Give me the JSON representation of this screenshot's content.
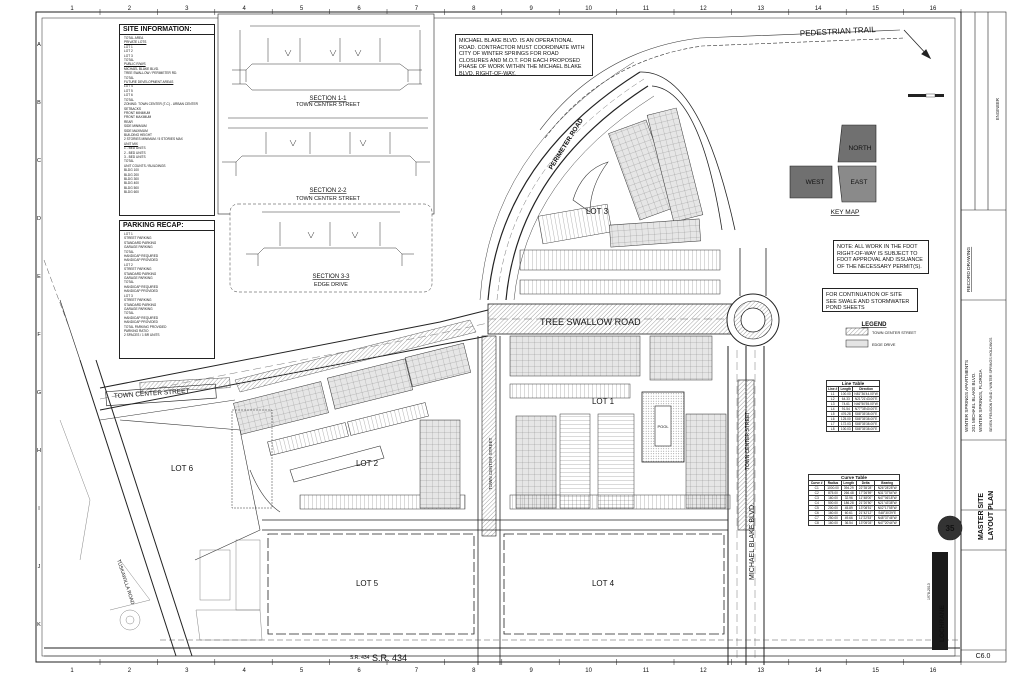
{
  "sheet": {
    "title_line1": "MASTER SITE",
    "title_line2": "LAYOUT PLAN",
    "sheet_number": "C6.0",
    "project_name": "WINTER SPRINGS APARTMENTS",
    "project_address": "201 MICHAEL BLAKE BLVD.",
    "project_city": "WINTER SPRINGS, FLORIDA",
    "client": "SEVEN PENSION FUND / WINTER SPRINGS HOLDINGS",
    "record_drawing": "RECORD DRAWING",
    "engineer_label": "ENGINEER",
    "firm_name": "LOCHRANE",
    "firm_year": "1978-2013",
    "firm_badge": "35"
  },
  "grid": {
    "columns": [
      "1",
      "2",
      "3",
      "4",
      "5",
      "6",
      "7",
      "8",
      "9",
      "10",
      "11",
      "12",
      "13",
      "14",
      "15",
      "16"
    ],
    "rows": [
      "A",
      "B",
      "C",
      "D",
      "E",
      "F",
      "G",
      "H",
      "I",
      "J",
      "K"
    ]
  },
  "site_info": {
    "title": "SITE INFORMATION:",
    "lines": [
      "TOTAL AREA",
      "PRIVATE LOTS",
      "LOT 1",
      "LOT 2",
      "LOT 3",
      "TOTAL",
      "PUBLIC R/W/S",
      "MICHAEL BLAKE BLVD.",
      "TREE SWALLOW / PERIMETER RD.",
      "TOTAL",
      "FUTURE DEVELOPMENT AREAS",
      "LOT 4",
      "LOT 5",
      "LOT 6",
      "TOTAL",
      "ZONING: TOWN CENTER (T-C) - URBAN CENTER",
      "SETBACKS",
      "FRONT MINIMUM",
      "FRONT MAXIMUM",
      "REAR",
      "SIDE MINIMUM",
      "SIDE MAXIMUM",
      "BUILDING HEIGHT",
      "2 STORIES MINIMUM / 5 STORIES MAX",
      "UNIT MIX",
      "1 - BED UNITS",
      "2 - BED UNITS",
      "3 - BED UNITS",
      "TOTAL",
      "UNIT COUNTS / BUILDINGS",
      "BLDG 100",
      "BLDG 200",
      "BLDG 300",
      "BLDG 400",
      "BLDG 500",
      "BLDG 600"
    ]
  },
  "parking": {
    "title": "PARKING RECAP:",
    "lines": [
      "LOT 1",
      "STREET PARKING",
      "STANDARD PARKING",
      "GARAGE PARKING",
      "TOTAL",
      "HANDICAP REQUIRED",
      "HANDICAP PROVIDED",
      "LOT 2",
      "STREET PARKING",
      "STANDARD PARKING",
      "GARAGE PARKING",
      "TOTAL",
      "HANDICAP REQUIRED",
      "HANDICAP PROVIDED",
      "LOT 3",
      "STREET PARKING",
      "STANDARD PARKING",
      "GARAGE PARKING",
      "TOTAL",
      "HANDICAP REQUIRED",
      "HANDICAP PROVIDED",
      "TOTAL PARKING PROVIDED",
      "PARKING RATIO",
      "2 SPACES / 1 BR UNITS"
    ]
  },
  "sections": [
    {
      "title": "SECTION 1-1",
      "subtitle": "TOWN CENTER STREET"
    },
    {
      "title": "SECTION 2-2",
      "subtitle": "TOWN CENTER STREET"
    },
    {
      "title": "SECTION 3-3",
      "subtitle": "EDGE DRIVE"
    }
  ],
  "notes": {
    "mot_note": "MICHAEL BLAKE BLVD. IS AN OPERATIONAL ROAD. CONTRACTOR MUST COORDINATE WITH CITY OF WINTER SPRINGS FOR ROAD CLOSURES AND M.O.T. FOR EACH PROPOSED PHASE OF WORK WITHIN THE MICHAEL BLAKE BLVD. RIGHT-OF-WAY.",
    "fdot_note": "NOTE: ALL WORK IN THE FDOT RIGHT-OF-WAY IS SUBJECT TO FDOT APPROVAL AND ISSUANCE OF THE NECESSARY PERMIT(S).",
    "continuation_note": "FOR CONTINUATION OF SITE SEE SWALE AND STORMWATER POND SHEETS"
  },
  "legend": {
    "title": "LEGEND",
    "items": [
      "TOWN CENTER STREET",
      "EDGE DRIVE"
    ]
  },
  "key_map": {
    "title": "KEY MAP",
    "zones": [
      "NORTH",
      "WEST",
      "EAST"
    ]
  },
  "labels": {
    "pedestrian_trail": "PEDESTRIAN TRAIL",
    "tree_swallow_road": "TREE SWALLOW ROAD",
    "perimeter_road": "PERIMETER ROAD",
    "town_center_street": "TOWN CENTER STREET",
    "michael_blake_blvd": "MICHAEL BLAKE BLVD.",
    "tuskawilla_road": "TUSKAWILLA ROAD",
    "sr434_a": "S.R. 434",
    "sr434_b": "S.R. 434",
    "lot1": "LOT 1",
    "lot2": "LOT 2",
    "lot3": "LOT 3",
    "lot4": "LOT 4",
    "lot5": "LOT 5",
    "lot6": "LOT 6",
    "pool": "POOL"
  },
  "line_table": {
    "title": "Line Table",
    "headers": [
      "Line #",
      "Length",
      "Direction"
    ],
    "rows": [
      [
        "L1",
        "100.00",
        "N81°36'44.00\"W"
      ],
      [
        "L2",
        "64.33",
        "N21°21'43.00\"E"
      ],
      [
        "L3",
        "74.61",
        "N46°50'55.00\"W"
      ],
      [
        "L4",
        "91.54",
        "N77°35'40.00\"E"
      ],
      [
        "L5",
        "476.28",
        "S88°35'38.00\"E"
      ],
      [
        "L6",
        "125.00",
        "S88°35'38.00\"E"
      ],
      [
        "L7",
        "172.03",
        "S88°35'38.00\"E"
      ],
      [
        "L8",
        "100.03",
        "S88°35'38.00\"E"
      ]
    ]
  },
  "curve_table": {
    "title": "Curve Table",
    "headers": [
      "Curve #",
      "Radius",
      "Length",
      "Delta",
      "Bearing"
    ],
    "rows": [
      [
        "C1",
        "1000.00",
        "394.29",
        "22°35'28\"",
        "N26°28'28\"W"
      ],
      [
        "C2",
        "875.00",
        "266.48",
        "17°26'59\"",
        "N31°37'54\"W"
      ],
      [
        "C3",
        "160.00",
        "32.96",
        "11°48'00\"",
        "N47°06'18\"W"
      ],
      [
        "C4",
        "500.00",
        "186.28",
        "21°20'50\"",
        "N21°43'38\"W"
      ],
      [
        "C5",
        "200.00",
        "45.89",
        "13°08'51\"",
        "N02°17'55\"W"
      ],
      [
        "C6",
        "160.00",
        "60.61",
        "21°42'12\"",
        "S48°30'29\"E"
      ],
      [
        "C7",
        "250.00",
        "49.66",
        "11°22'53\"",
        "N48°37'46\"W"
      ],
      [
        "C8",
        "160.00",
        "36.54",
        "13°05'03\"",
        "N47°20'44\"W"
      ]
    ]
  },
  "colors": {
    "line": "#222222",
    "hatch": "#9a9a9a",
    "building": "#e8e8e8",
    "keymap_fill": "#707070",
    "keymap_east": "#8a8a8a"
  }
}
